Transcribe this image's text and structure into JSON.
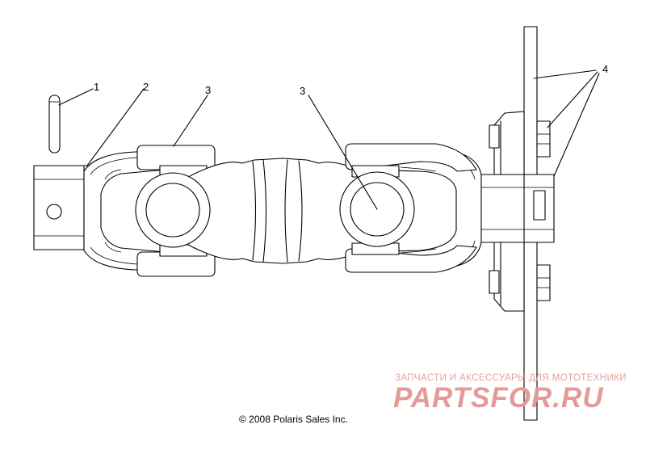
{
  "callouts": [
    "1",
    "2",
    "3",
    "3",
    "4"
  ],
  "copyright": "© 2008 Polaris Sales Inc.",
  "watermark": {
    "tagline": "ЗАПЧАСТИ И АКСЕССУАРЫ ДЛЯ МОТОТЕХНИКИ",
    "logo": "PARTSFOR.RU",
    "color": "#e59a9a"
  }
}
